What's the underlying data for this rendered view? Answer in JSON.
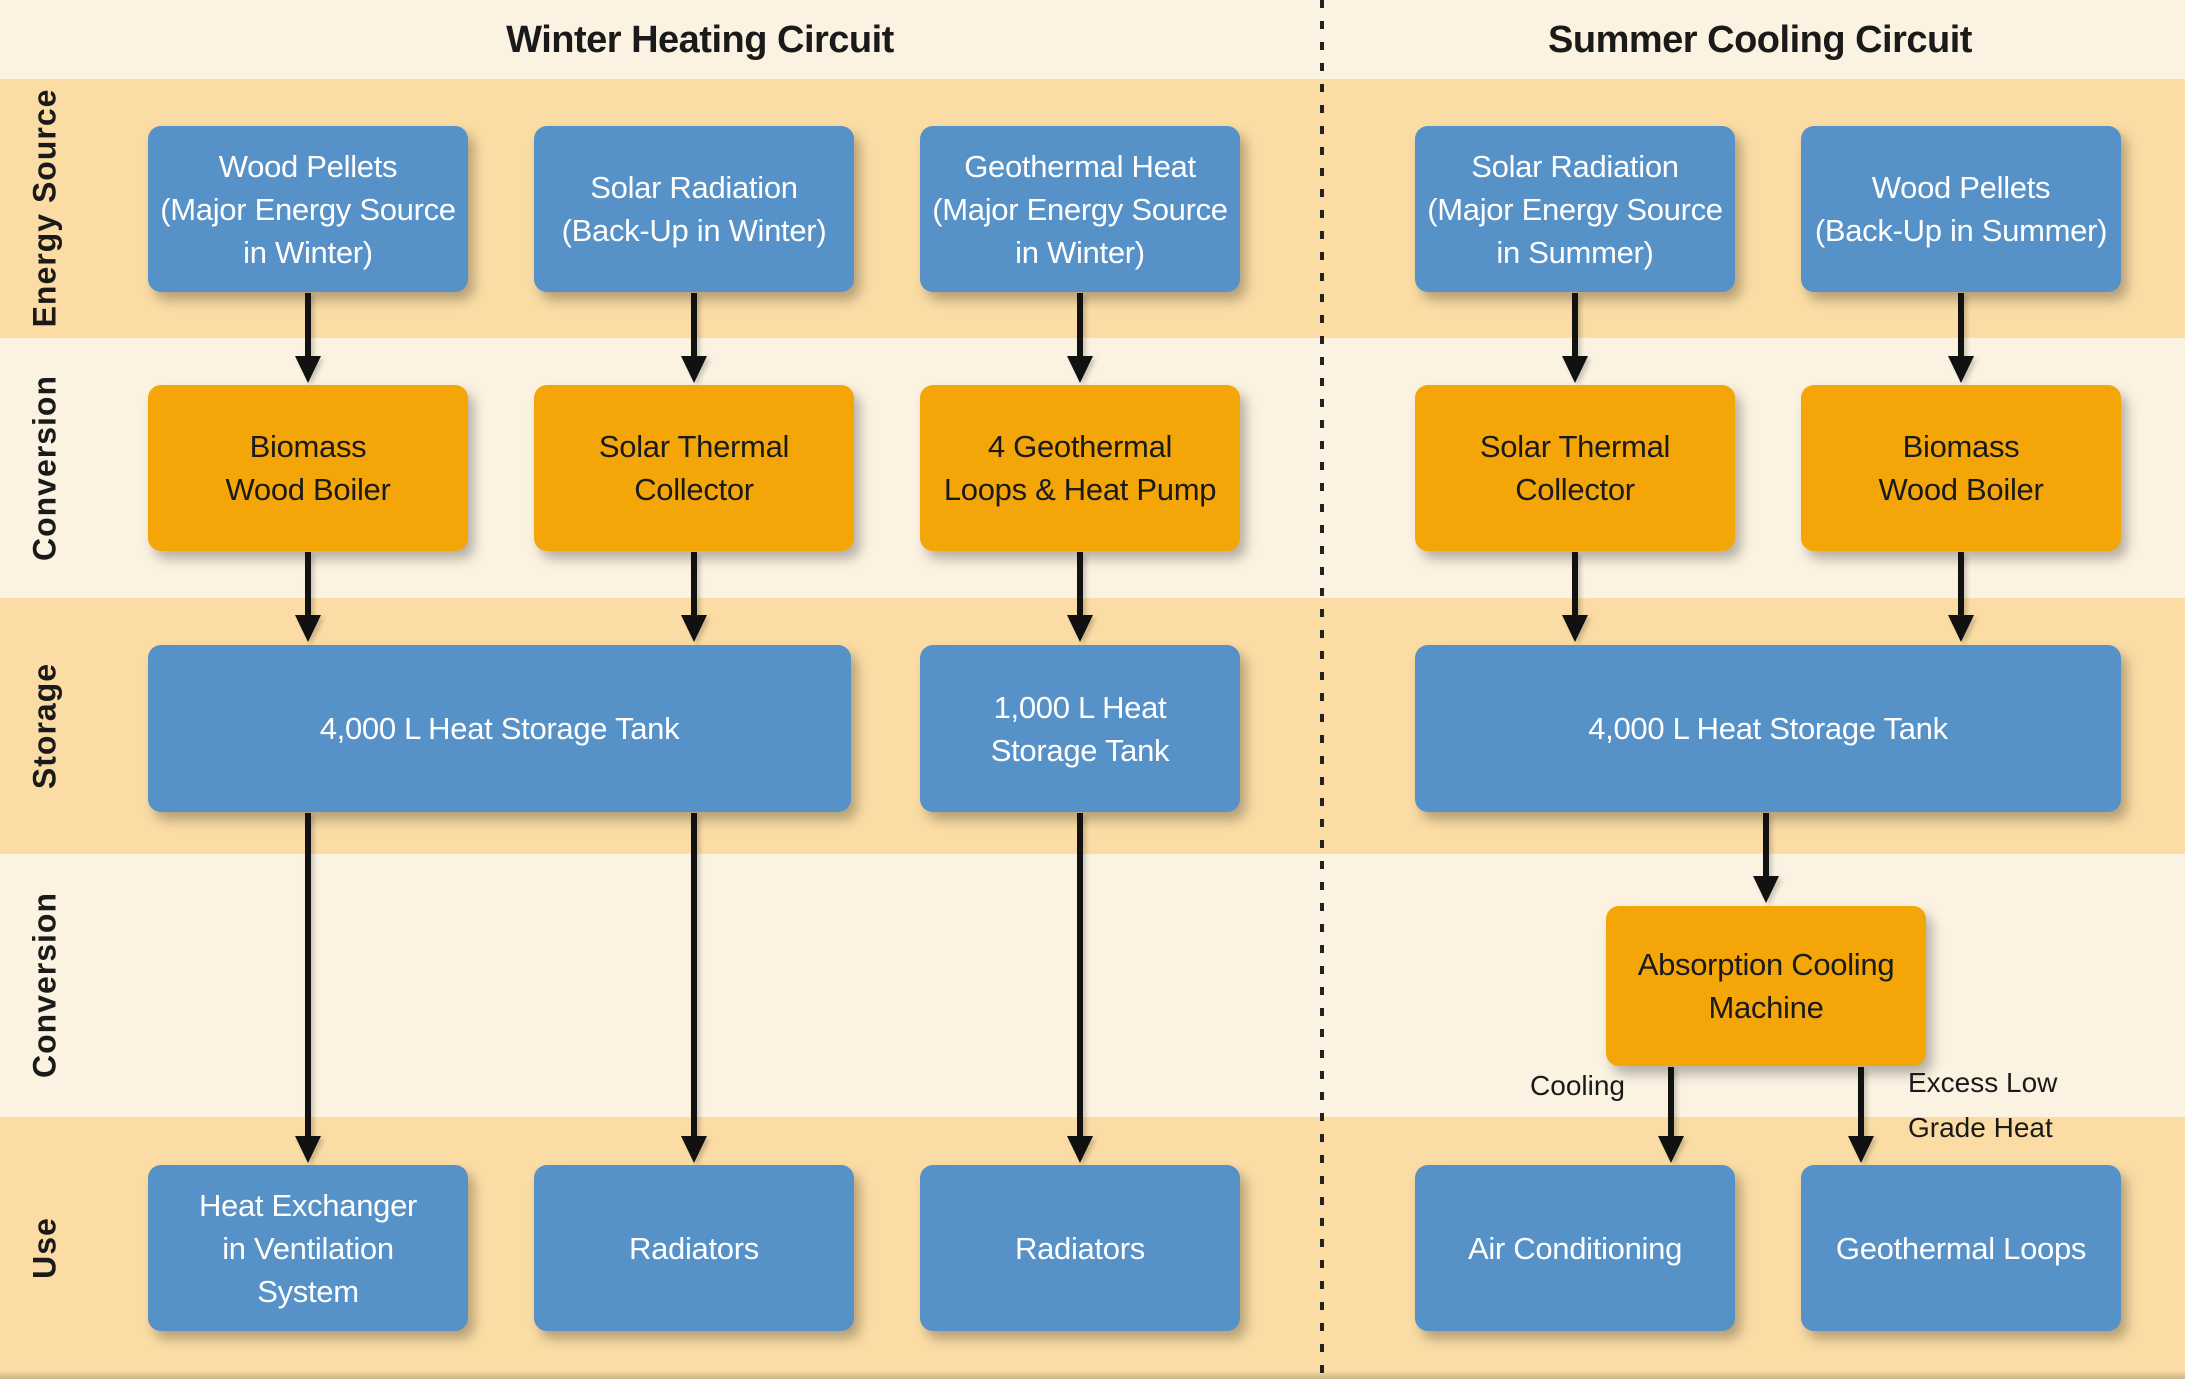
{
  "header": {
    "winter_title": "Winter Heating Circuit",
    "summer_title": "Summer Cooling Circuit"
  },
  "row_labels": {
    "energy_source": "Energy Source",
    "conversion_top": "Conversion",
    "storage": "Storage",
    "conversion_bottom": "Conversion",
    "use": "Use"
  },
  "winter": {
    "energy_sources": [
      {
        "label": "Wood Pellets\n(Major Energy Source\nin Winter)"
      },
      {
        "label": "Solar Radiation\n(Back-Up in Winter)"
      },
      {
        "label": "Geothermal Heat\n(Major Energy Source\nin Winter)"
      }
    ],
    "conversions": [
      {
        "label": "Biomass\nWood Boiler"
      },
      {
        "label": "Solar Thermal\nCollector"
      },
      {
        "label": "4 Geothermal\nLoops & Heat Pump"
      }
    ],
    "storage": [
      {
        "label": "4,000 L Heat Storage Tank"
      },
      {
        "label": "1,000 L Heat\nStorage Tank"
      }
    ],
    "use": [
      {
        "label": "Heat Exchanger\nin Ventilation\nSystem"
      },
      {
        "label": "Radiators"
      },
      {
        "label": "Radiators"
      }
    ]
  },
  "summer": {
    "energy_sources": [
      {
        "label": "Solar Radiation\n(Major Energy Source\nin Summer)"
      },
      {
        "label": "Wood Pellets\n(Back-Up in Summer)"
      }
    ],
    "conversions": [
      {
        "label": "Solar Thermal\nCollector"
      },
      {
        "label": "Biomass\nWood Boiler"
      }
    ],
    "storage": [
      {
        "label": "4,000 L Heat Storage Tank"
      }
    ],
    "conversion2": [
      {
        "label": "Absorption Cooling\nMachine"
      }
    ],
    "use": [
      {
        "label": "Air Conditioning"
      },
      {
        "label": "Geothermal Loops"
      }
    ],
    "flow_labels": {
      "cooling": "Cooling",
      "excess_low_grade_heat": "Excess Low\nGrade Heat"
    }
  },
  "colors": {
    "band_peach": "#FADCA4",
    "band_cream": "#FBF2E1",
    "box_blue": "#5691C8",
    "box_orange": "#F4A608",
    "text_dark": "#1A1A1A",
    "text_light": "#FFFFFF",
    "arrow": "#111111"
  }
}
